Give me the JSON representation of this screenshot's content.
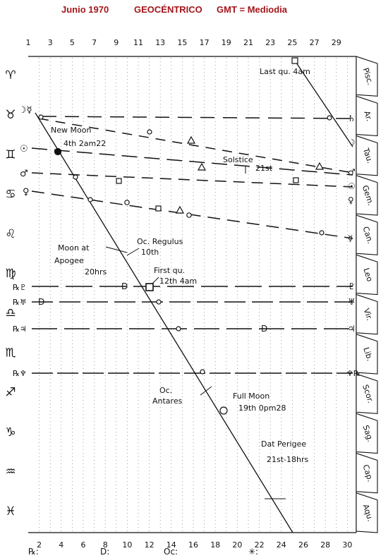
{
  "header": {
    "month": "Junio 1970",
    "system": "GEOCÉNTRICO",
    "time": "GMT = Mediodia"
  },
  "top_days": [
    "1",
    "3",
    "5",
    "7",
    "9",
    "11",
    "13",
    "15",
    "17",
    "19",
    "21",
    "23",
    "25",
    "27",
    "29"
  ],
  "bottom_days": [
    "2",
    "4",
    "6",
    "8",
    "10",
    "12",
    "14",
    "16",
    "18",
    "20",
    "22",
    "24",
    "26",
    "28",
    "30"
  ],
  "zodiac_glyphs": [
    "♈",
    "♉",
    "♊",
    "♋",
    "♌",
    "♍",
    "♎",
    "♏",
    "♐",
    "♑",
    "♒",
    "♓"
  ],
  "sign_tabs": [
    "Pisc.",
    "Ar.",
    "Tau.",
    "Gem.",
    "Can.",
    "Leo",
    "Vir.",
    "Lib.",
    "Scor.",
    "Sag.",
    "Cap.",
    "Aqu."
  ],
  "legend": {
    "retro": "℞:",
    "direct": "D:",
    "occultation": "Oc:",
    "star": "✳:"
  },
  "left_row_labels": {
    "moon_mercury": "☽☿",
    "sun": "☉",
    "mars": "♂",
    "venus": "♀",
    "pluto_r": "℞♇",
    "uranus_r": "℞♅",
    "jupiter_r": "℞♃",
    "neptune_r": "℞♆"
  },
  "right_row_labels": {
    "saturn": "♄",
    "moon": "☽",
    "mars": "♂",
    "sun": "☉",
    "venus": "♀",
    "mercury": "☿",
    "pluto": "♇",
    "uranus": "♅",
    "jupiter": "♃",
    "neptune_r": "♆℞"
  },
  "annotations": {
    "last_quarter": "Last qu. 4am",
    "new_moon": "New Moon",
    "new_moon_time": "4th   2am22",
    "solstice": "Solstice",
    "solstice_date": "21st",
    "moon_at": "Moon at",
    "apogee": "Apogee",
    "apogee_time": "20hrs",
    "oc_regulus": "Oc. Regulus",
    "oc_regulus_date": "10th",
    "first_quarter": "First qu.",
    "first_quarter_time": "12th   4am",
    "oc_antares_1": "Oc.",
    "oc_antares_2": "Antares",
    "full_moon": "Full Moon",
    "full_moon_time": "19th  0pm28",
    "perigee_1": "Dat Perigee",
    "perigee_2": "21st-18hrs"
  },
  "markers": {
    "direct_D": "D",
    "station_D": "D"
  }
}
